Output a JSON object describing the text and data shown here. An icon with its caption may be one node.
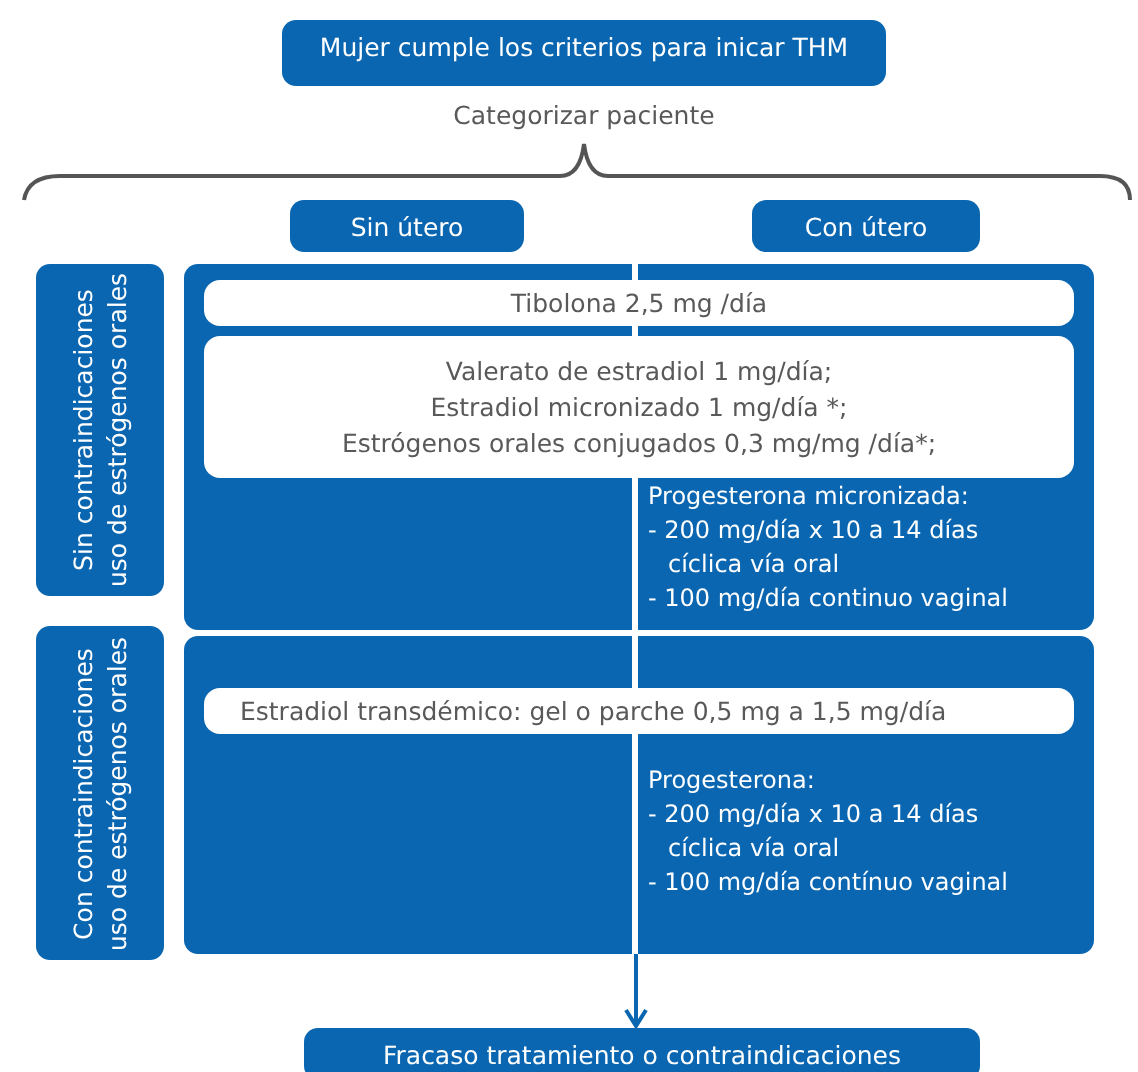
{
  "diagram": {
    "nodes": [
      {
        "text": [
          "Mujer cumple los criterios para inicar THM"
        ]
      },
      {
        "text": [
          "Sin útero"
        ]
      },
      {
        "text": [
          "Con útero"
        ]
      },
      {
        "text": [
          "Sin contraindicaciones uso de estrógenos orales"
        ]
      },
      {
        "text": [
          "Con contraindicaciones uso de estrógenos orales"
        ]
      },
      {
        "text": [
          "Progesterona micronizada:",
          "- 200 mg/día x 10 a 14 días cíclica vía oral",
          "- 100 mg/día continuo vaginal"
        ]
      },
      {
        "text": [
          "Tibolona 2,5 mg /día"
        ],
        "in": 5
      },
      {
        "text": [
          "Valerato de estradiol 1 mg/día;",
          "Estradiol micronizado 1 mg/día *;",
          "Estrógenos orales conjugados 0,3 mg/mg /día*;"
        ],
        "in": 5
      },
      {
        "text": [
          "Progesterona:",
          "- 200 mg/día x 10 a 14 días cíclica vía oral",
          "- 100 mg/día contínuo vaginal"
        ]
      },
      {
        "text": [
          "Estradiol transdémico: gel o parche 0,5 mg a 1,5 mg/día"
        ],
        "in": 8
      },
      {
        "text": [
          "Fracaso tratamiento o contraindicaciones"
        ]
      }
    ],
    "edges": [
      {
        "from": 8,
        "to": 10,
        "arrow": "to"
      }
    ],
    "labels": [
      "Categorizar paciente"
    ]
  }
}
